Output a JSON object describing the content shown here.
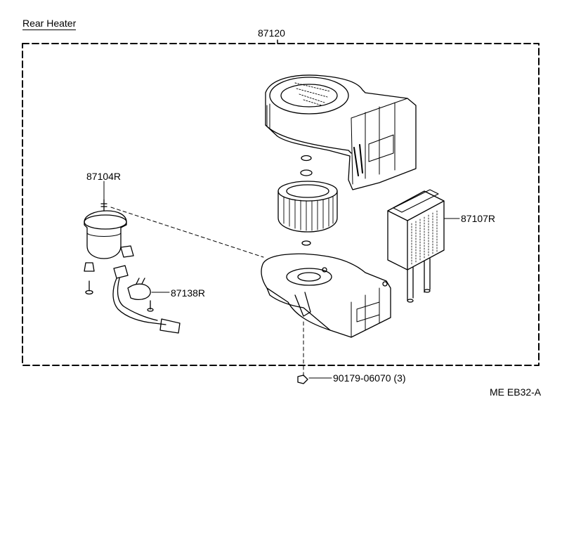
{
  "header": {
    "title": "Rear Heater"
  },
  "assembly": {
    "part_number": "87120"
  },
  "parts": {
    "motor": {
      "part_number": "87104R"
    },
    "radiator": {
      "part_number": "87107R"
    },
    "resistor": {
      "part_number": "87138R"
    },
    "screw": {
      "part_number": "90179-06070",
      "quantity": "(3)"
    }
  },
  "footer": {
    "reference_code": "ME EB32-A"
  }
}
